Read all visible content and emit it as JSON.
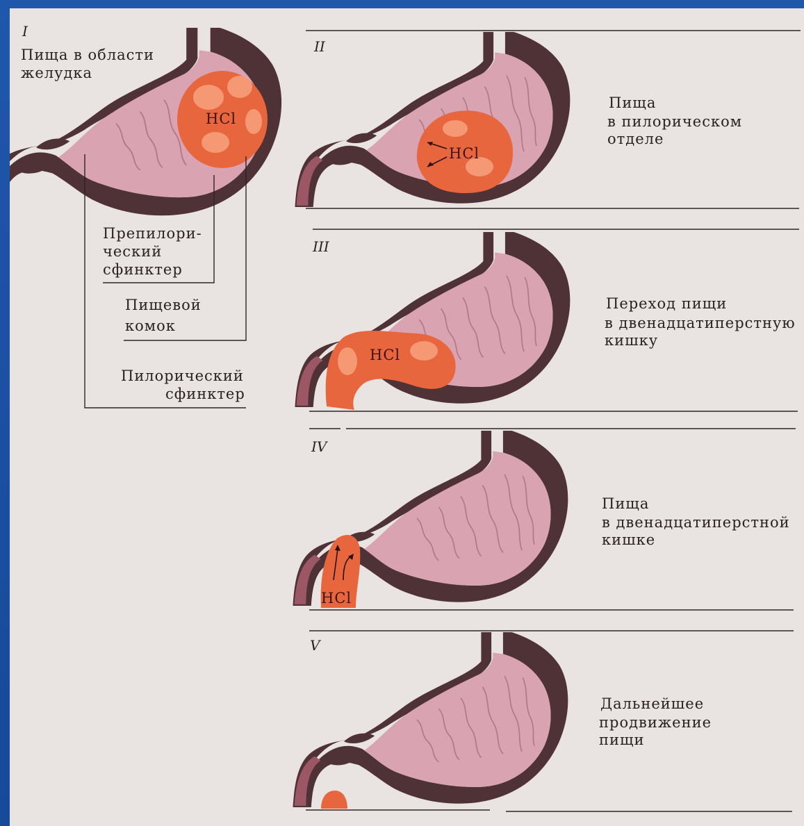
{
  "panels": [
    {
      "numeral": "I",
      "caption": [
        "Пища в области",
        "желудка"
      ],
      "acid": "HCl",
      "callouts": [
        {
          "lines": [
            "Препилори-",
            "ческий",
            "сфинктер"
          ]
        },
        {
          "lines": [
            "Пищевой",
            "комок"
          ]
        },
        {
          "lines": [
            "Пилорический",
            "сфинктер"
          ]
        }
      ]
    },
    {
      "numeral": "II",
      "caption": [
        "Пища",
        "в пилорическом",
        "отделе"
      ],
      "acid": "HCl"
    },
    {
      "numeral": "III",
      "caption": [
        "Переход пищи",
        "в двенадцатиперстную",
        "кишку"
      ],
      "acid": "HCl"
    },
    {
      "numeral": "IV",
      "caption": [
        "Пища",
        "в двенадцатиперстной",
        "кишке"
      ],
      "acid": "HCl"
    },
    {
      "numeral": "V",
      "caption": [
        "Дальнейшее",
        "продвижение",
        "пищи"
      ]
    }
  ],
  "colors": {
    "background": "#e9e4e2",
    "frame": "#1f57ab",
    "stomach_wall": "#4e3236",
    "stomach_lumen": "#d9a3b2",
    "food_bolus": "#e8663e"
  }
}
